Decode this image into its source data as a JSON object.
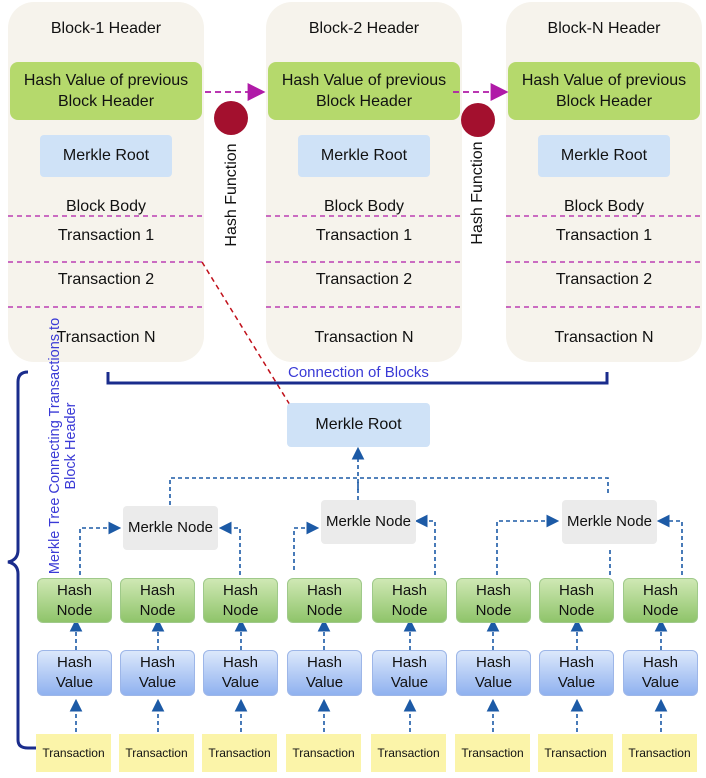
{
  "blocks": [
    {
      "header": "Block-1 Header",
      "prev_hash": "Hash Value of previous Block Header",
      "merkle_root": "Merkle Root",
      "body": "Block Body",
      "tx1": "Transaction 1",
      "tx2": "Transaction 2",
      "txn": "Transaction N"
    },
    {
      "header": "Block-2 Header",
      "prev_hash": "Hash Value of previous Block Header",
      "merkle_root": "Merkle Root",
      "body": "Block Body",
      "tx1": "Transaction 1",
      "tx2": "Transaction 2",
      "txn": "Transaction N"
    },
    {
      "header": "Block-N Header",
      "prev_hash": "Hash Value of previous Block Header",
      "merkle_root": "Merkle Root",
      "body": "Block Body",
      "tx1": "Transaction 1",
      "tx2": "Transaction 2",
      "txn": "Transaction N"
    }
  ],
  "hash_function": "Hash Function",
  "connection_label": "Connection of Blocks",
  "merkle_label": "Merkle Tree Connecting Transactions to Block Header",
  "merkle_root": "Merkle Root",
  "merkle_node": "Merkle Node",
  "hash_node": "Hash Node",
  "hash_value": "Hash Value",
  "transaction": "Transaction",
  "colors": {
    "block_bg": "#f6f3ec",
    "prev_hash": "#b5d96c",
    "merkle_root": "#cfe2f7",
    "hash_dot": "#a3102e",
    "purple_dash": "#b01aa7",
    "blue_arrow": "#1c5aa6",
    "brace": "#1a2c8c",
    "label_blue": "#3a3ad6",
    "tx_yellow": "#fbf4a9"
  }
}
